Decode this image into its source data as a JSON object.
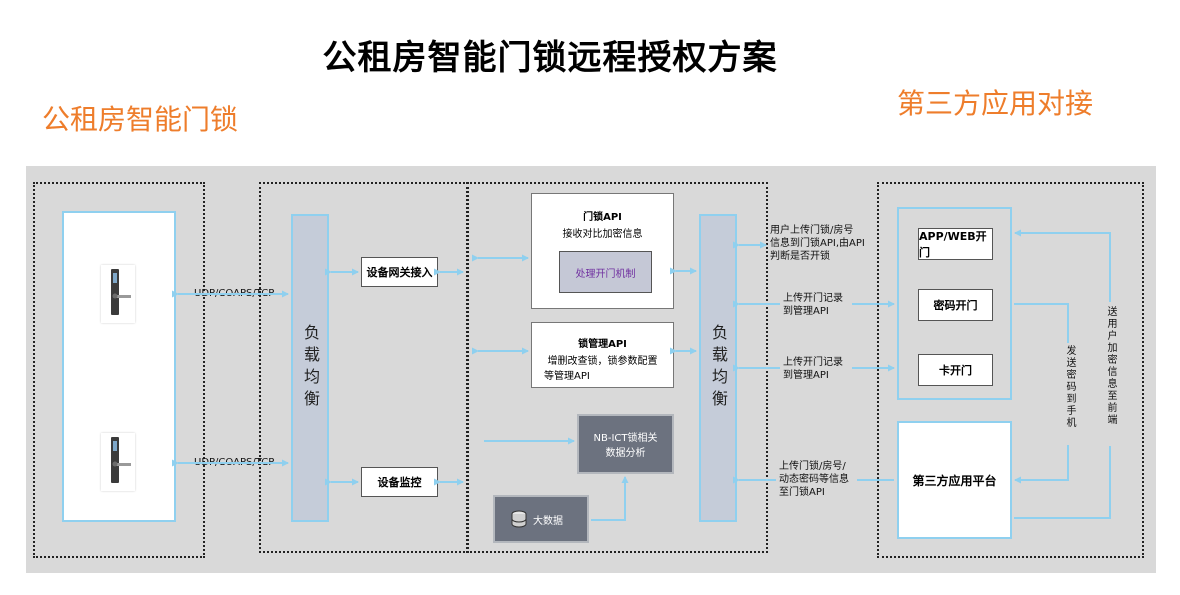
{
  "title": "公租房智能门锁远程授权方案",
  "left_heading": "公租房智能门锁",
  "right_heading": "第三方应用对接",
  "protocol_top": "UDP/COAPS/TCP",
  "protocol_bottom": "UDP/COAPS/TCP",
  "load_balancer_left": "负载均衡",
  "load_balancer_right": "负载均衡",
  "gateway_access": "设备网关接入",
  "device_monitor": "设备监控",
  "lock_api": {
    "title": "门锁API",
    "desc": "接收对比加密信息",
    "inner": "处理开门机制"
  },
  "lock_mgmt_api": {
    "title": "锁管理API",
    "desc_line1": "增删改查锁，锁参数配置",
    "desc_line2": "等管理API"
  },
  "nb_analysis": {
    "line1": "NB-ICT锁相关",
    "line2": "数据分析"
  },
  "bigdata": "大数据",
  "note_upload_user": {
    "line1": "用户上传门锁/房号",
    "line2": "信息到门锁API,由API",
    "line3": "判断是否开锁"
  },
  "note_record1": {
    "line1": "上传开门记录",
    "line2": "到管理API"
  },
  "note_record2": {
    "line1": "上传开门记录",
    "line2": "到管理API"
  },
  "note_upload_platform": {
    "line1": "上传门锁/房号/",
    "line2": "动态密码等信息",
    "line3": "至门锁API"
  },
  "open_methods": {
    "app_web": "APP/WEB开门",
    "password": "密码开门",
    "card": "卡开门"
  },
  "third_party_platform": "第三方应用平台",
  "send_password_note": "发送密码到手机",
  "send_user_note": "送用户加密信息至前端",
  "colors": {
    "accent_orange": "#ee7d2b",
    "arrow_blue": "#8fd0ef"
  }
}
